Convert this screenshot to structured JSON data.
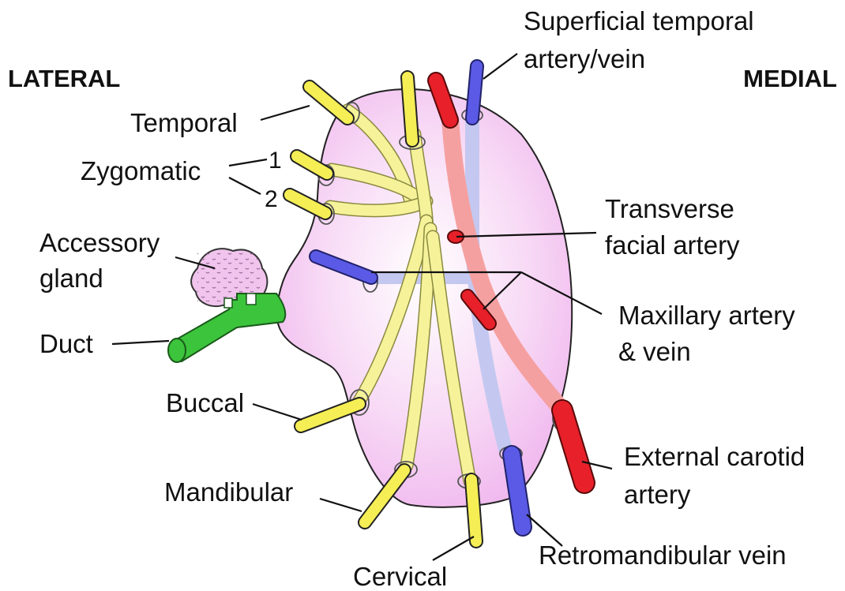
{
  "headers": {
    "lateral": "LATERAL",
    "medial": "MEDIAL"
  },
  "labels": {
    "superficial_temporal_line1": "Superficial temporal",
    "superficial_temporal_line2": "artery/vein",
    "temporal": "Temporal",
    "zygomatic": "Zygomatic",
    "zygomatic_1": "1",
    "zygomatic_2": "2",
    "accessory_line1": "Accessory",
    "accessory_line2": "gland",
    "duct": "Duct",
    "transverse_line1": "Transverse",
    "transverse_line2": "facial artery",
    "maxillary_line1": "Maxillary artery",
    "maxillary_line2": "& vein",
    "buccal": "Buccal",
    "mandibular": "Mandibular",
    "external_carotid_line1": "External carotid",
    "external_carotid_line2": "artery",
    "retromandibular": "Retromandibular vein",
    "cervical": "Cervical"
  },
  "colors": {
    "gland": "#f4c6f2",
    "nerve": "#f6f29a",
    "nerve_cut": "#f5ee54",
    "artery": "#e8202a",
    "artery_pale": "#f5a0a0",
    "vein": "#5a5ae6",
    "vein_pale": "#c4c8f0",
    "duct": "#3cc43c",
    "accessory": "#f0c4ec"
  }
}
